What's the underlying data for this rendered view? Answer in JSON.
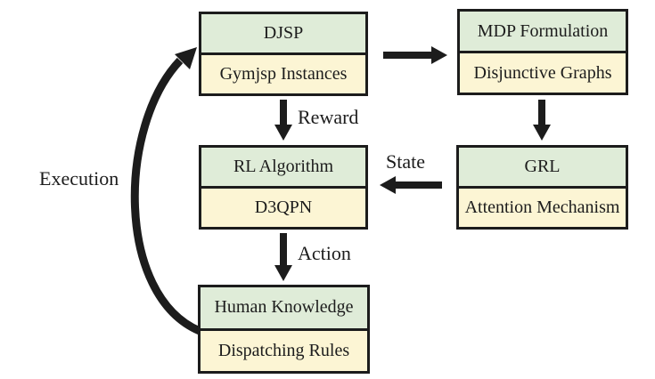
{
  "diagram": {
    "title": "DJSP reinforcement-learning framework flowchart",
    "colors": {
      "node_top_fill": "#dfecd8",
      "node_bottom_fill": "#fcf5d4",
      "line": "#1c1c1c",
      "background": "#ffffff"
    },
    "nodes": [
      {
        "id": "djsp",
        "top": "DJSP",
        "bottom": "Gymjsp Instances"
      },
      {
        "id": "mdp",
        "top": "MDP Formulation",
        "bottom": "Disjunctive Graphs"
      },
      {
        "id": "rl",
        "top": "RL Algorithm",
        "bottom": "D3QPN"
      },
      {
        "id": "grl",
        "top": "GRL",
        "bottom": "Attention Mechanism"
      },
      {
        "id": "hk",
        "top": "Human Knowledge",
        "bottom": "Dispatching Rules"
      }
    ],
    "edge_labels": {
      "reward": "Reward",
      "state": "State",
      "action": "Action",
      "execution": "Execution"
    },
    "edges": [
      {
        "from": "DJSP",
        "to": "MDP Formulation",
        "label": ""
      },
      {
        "from": "MDP Formulation",
        "to": "GRL",
        "label": ""
      },
      {
        "from": "GRL",
        "to": "RL Algorithm",
        "label": "State"
      },
      {
        "from": "DJSP",
        "to": "RL Algorithm",
        "label": "Reward"
      },
      {
        "from": "RL Algorithm",
        "to": "Human Knowledge",
        "label": "Action"
      },
      {
        "from": "Human Knowledge",
        "to": "DJSP",
        "label": "Execution"
      }
    ]
  }
}
